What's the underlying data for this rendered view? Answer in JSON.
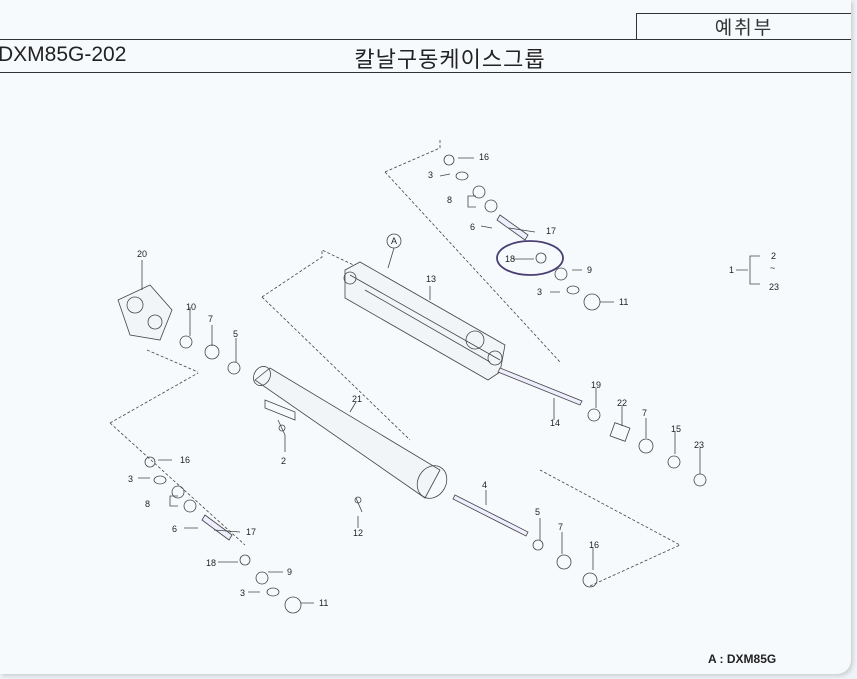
{
  "header": {
    "section_label": "예취부",
    "model_code": "DXM85G-202",
    "title": "칼날구동케이스그룹"
  },
  "footer": {
    "note": "A : DXM85G"
  },
  "callouts": [
    {
      "id": "A"
    },
    {
      "id": "1"
    },
    {
      "id": "2"
    },
    {
      "id": "~"
    },
    {
      "id": "23"
    },
    {
      "id": "16"
    },
    {
      "id": "3"
    },
    {
      "id": "8"
    },
    {
      "id": "6"
    },
    {
      "id": "17"
    },
    {
      "id": "18"
    },
    {
      "id": "9"
    },
    {
      "id": "3"
    },
    {
      "id": "11"
    },
    {
      "id": "13"
    },
    {
      "id": "20"
    },
    {
      "id": "10"
    },
    {
      "id": "7"
    },
    {
      "id": "5"
    },
    {
      "id": "21"
    },
    {
      "id": "2"
    },
    {
      "id": "19"
    },
    {
      "id": "22"
    },
    {
      "id": "7"
    },
    {
      "id": "14"
    },
    {
      "id": "15"
    },
    {
      "id": "23"
    },
    {
      "id": "4"
    },
    {
      "id": "12"
    },
    {
      "id": "5"
    },
    {
      "id": "7"
    },
    {
      "id": "16"
    },
    {
      "id": "16"
    },
    {
      "id": "3"
    },
    {
      "id": "8"
    },
    {
      "id": "6"
    },
    {
      "id": "17"
    },
    {
      "id": "18"
    },
    {
      "id": "9"
    },
    {
      "id": "3"
    },
    {
      "id": "11"
    }
  ],
  "colors": {
    "line": "#333333",
    "highlight_ring": "#4a3f73"
  }
}
